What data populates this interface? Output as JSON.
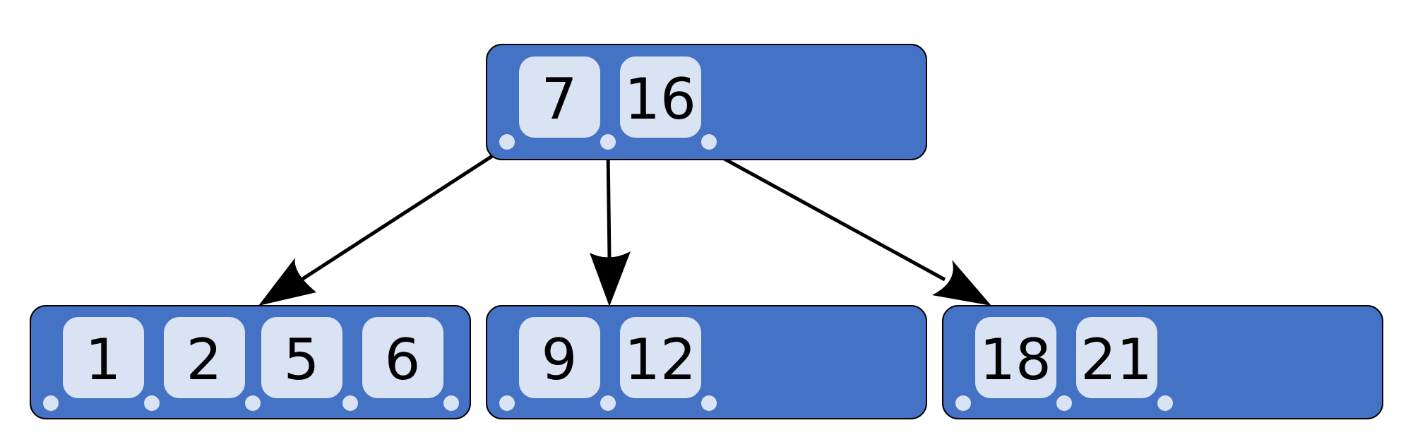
{
  "diagram": {
    "type": "b-tree",
    "colors": {
      "node_fill": "#4472c4",
      "node_stroke": "#000000",
      "key_fill": "#dae3f3",
      "pointer_fill": "#dae3f3",
      "edge": "#000000",
      "text": "#000000"
    },
    "root": {
      "keys": [
        "7",
        "16"
      ]
    },
    "children": [
      {
        "keys": [
          "1",
          "2",
          "5",
          "6"
        ]
      },
      {
        "keys": [
          "9",
          "12"
        ]
      },
      {
        "keys": [
          "18",
          "21"
        ]
      }
    ],
    "edges": [
      {
        "from": "root",
        "pointer": 0,
        "to": 0
      },
      {
        "from": "root",
        "pointer": 1,
        "to": 1
      },
      {
        "from": "root",
        "pointer": 2,
        "to": 2
      }
    ]
  }
}
